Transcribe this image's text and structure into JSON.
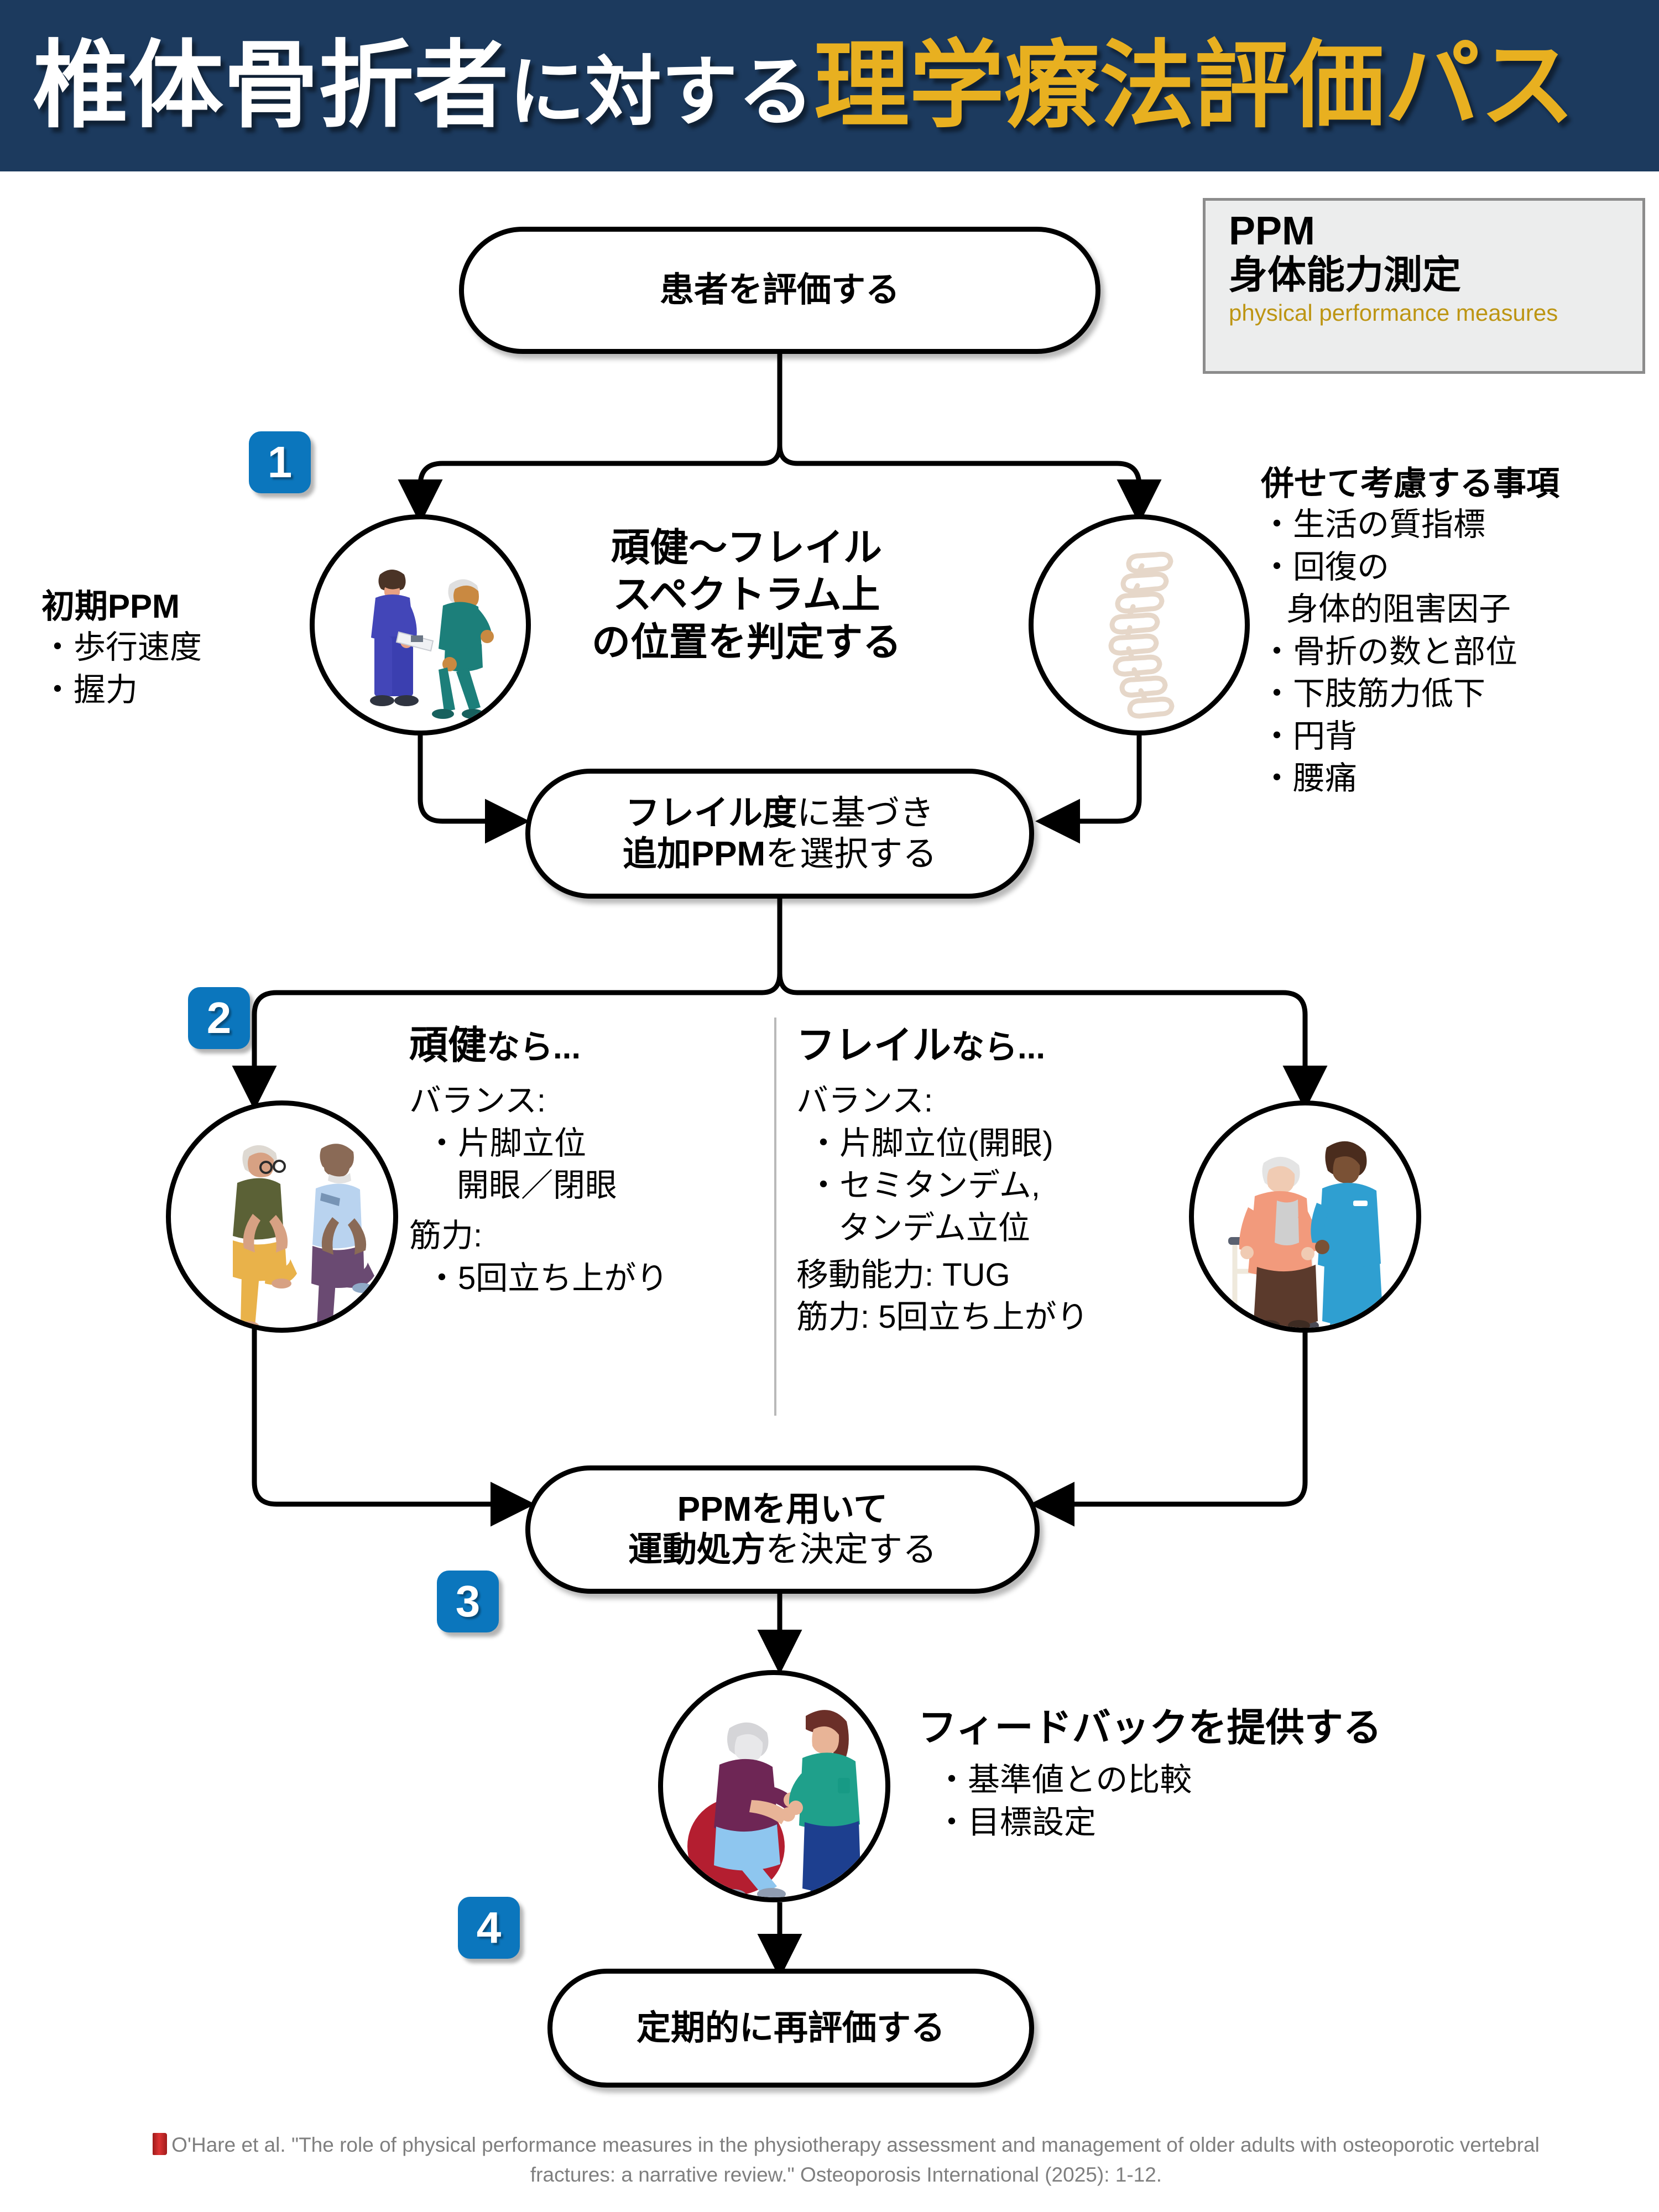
{
  "banner": {
    "title_white": "椎体骨折者",
    "title_white_small": "に対する",
    "title_yellow": "理学療法評価パス"
  },
  "legend": {
    "abbr": "PPM",
    "japanese": "身体能力測定",
    "english": "physical performance measures"
  },
  "nodes": {
    "start": "患者を評価する",
    "determine_1": "頑健～フレイル",
    "determine_2": "スペクトラム上",
    "determine_3a": "の位置",
    "determine_3b": "を判定する",
    "select_1": "フレイル度",
    "select_1b": "に基づき",
    "select_2": "追加PPM",
    "select_2b": "を選択する",
    "prescribe_1": "PPMを用いて",
    "prescribe_2a": "運動処方",
    "prescribe_2b": "を決定する",
    "reassess": "定期的に再評価する"
  },
  "badges": {
    "one": "1",
    "two": "2",
    "three": "3",
    "four": "4"
  },
  "initial_ppm": {
    "heading": "初期PPM",
    "items": [
      "歩行速度",
      "握力"
    ]
  },
  "considerations": {
    "heading": "併せて考慮する事項",
    "items": [
      "生活の質指標",
      "回復の",
      "身体的阻害因子",
      "骨折の数と部位",
      "下肢筋力低下",
      "円背",
      "腰痛"
    ]
  },
  "robust_column": {
    "heading_bold": "頑健",
    "heading_rest": "なら...",
    "balance_label": "バランス:",
    "balance_items": [
      "片脚立位",
      "開眼／閉眼"
    ],
    "strength_label": "筋力:",
    "strength_items": [
      "5回立ち上がり"
    ]
  },
  "frail_column": {
    "heading_bold": "フレイル",
    "heading_rest": "なら...",
    "balance_label": "バランス:",
    "balance_items": [
      "片脚立位(開眼)",
      "セミタンデム,",
      "タンデム立位"
    ],
    "mobility_line": "移動能力: TUG",
    "strength_line": "筋力: 5回立ち上がり"
  },
  "feedback": {
    "heading": "フィードバックを提供する",
    "items": [
      "基準値との比較",
      "目標設定"
    ]
  },
  "citation": {
    "line1": "O'Hare et al. \"The role of physical performance measures in the physiotherapy assessment and management of older",
    "line2": "adults with osteoporotic vertebral fractures: a narrative review.\" Osteoporosis International (2025): 1-12."
  },
  "colors": {
    "banner_bg": "#1c3a5e",
    "accent_yellow": "#e8b020",
    "badge_blue": "#0b76bd",
    "legend_bg": "#eceded",
    "legend_en": "#bd9513",
    "bone": "#e6d7c9"
  }
}
